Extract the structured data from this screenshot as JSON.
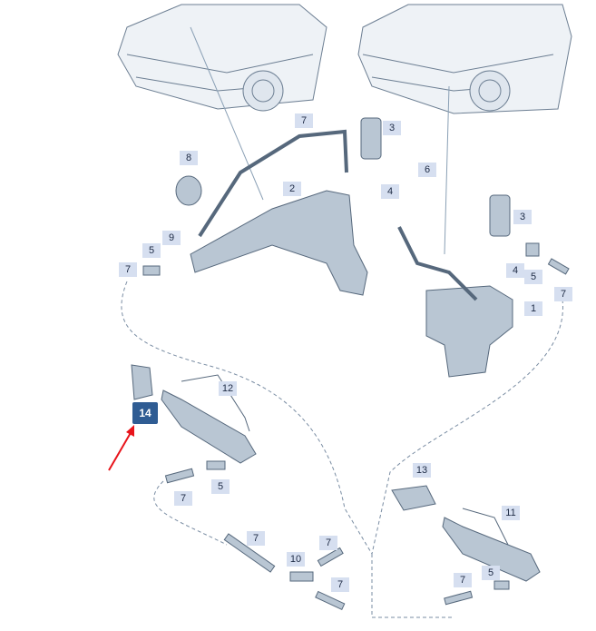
{
  "diagram": {
    "title": "Headlight washer system parts diagram",
    "highlighted_part": "14",
    "callouts": [
      "7",
      "3",
      "8",
      "6",
      "2",
      "4",
      "3",
      "9",
      "5",
      "4",
      "5",
      "7",
      "7",
      "1",
      "12",
      "14",
      "5",
      "7",
      "13",
      "11",
      "7",
      "7",
      "10",
      "7",
      "7",
      "5"
    ],
    "colors": {
      "label_bg": "#d6dff0",
      "highlight_bg": "#2f5c93",
      "arrow": "#e8141b",
      "part": "#b9c6d3"
    }
  }
}
